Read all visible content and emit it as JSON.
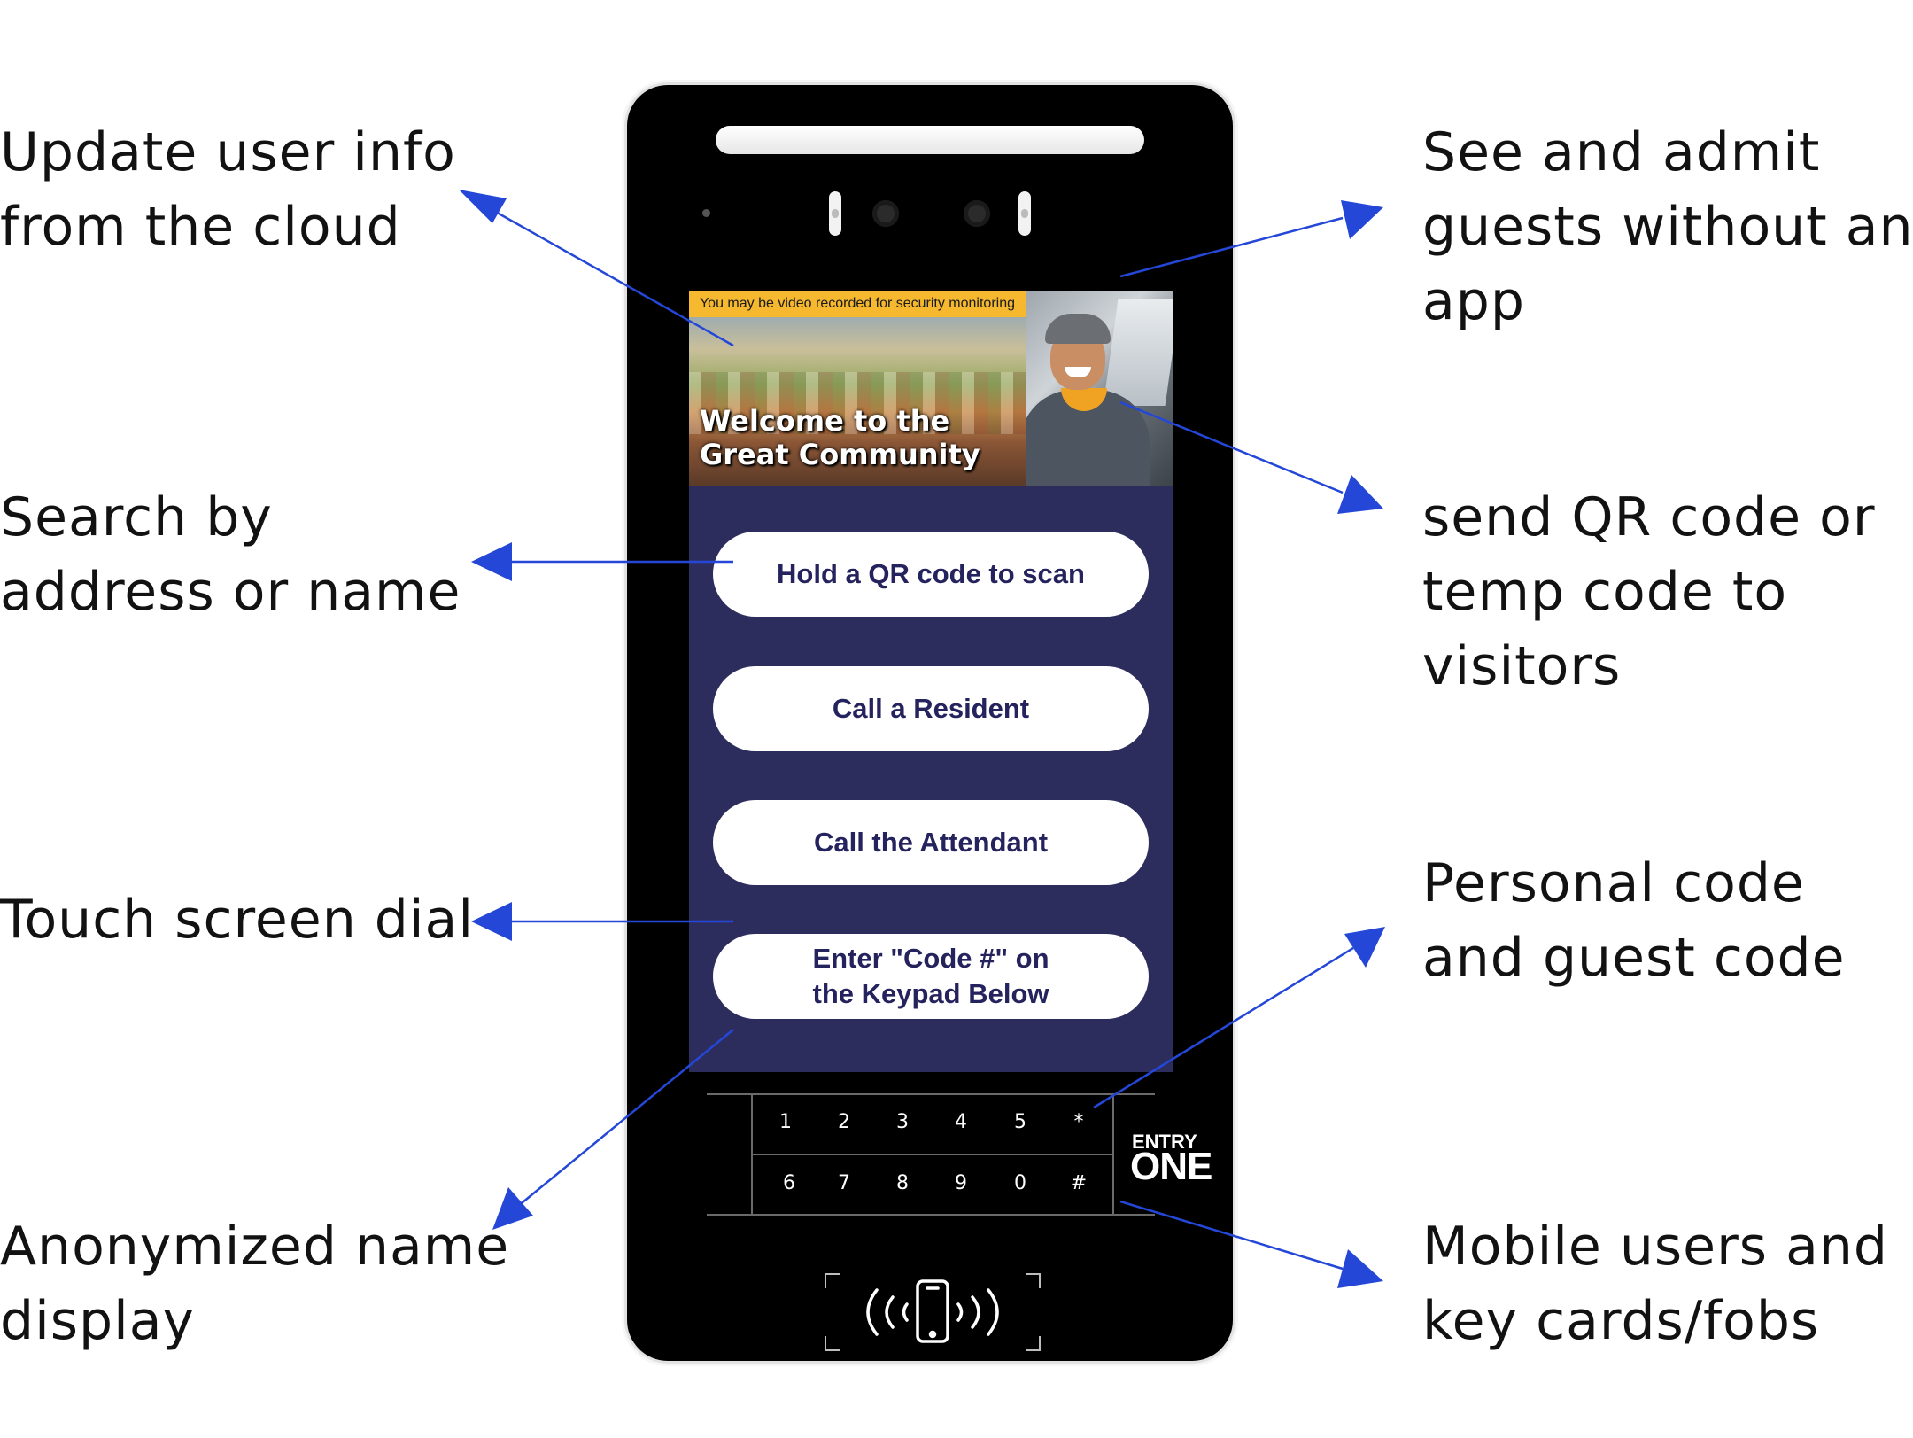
{
  "callouts": {
    "update_user_info": [
      "Update user info",
      "from the cloud"
    ],
    "search_by": [
      "Search by",
      "address or name"
    ],
    "touch_screen_dial": [
      "Touch screen dial"
    ],
    "anonymized_name": [
      "Anonymized name",
      "display"
    ],
    "see_and_admit": [
      "See and admit",
      "guests without an",
      "app"
    ],
    "send_qr_code": [
      "send QR code or",
      "temp code to",
      "visitors"
    ],
    "personal_code": [
      "Personal code",
      "and guest code"
    ],
    "mobile_users": [
      "Mobile users and",
      "key cards/fobs"
    ]
  },
  "screen": {
    "notice": "You may be video recorded for security monitoring",
    "welcome": [
      "Welcome to the",
      "Great Community"
    ],
    "buttons": {
      "qr": "Hold a QR code to scan",
      "resident": "Call a Resident",
      "attendant": "Call the Attendant",
      "code": [
        "Enter \"Code #\" on",
        "the Keypad Below"
      ]
    }
  },
  "keypad": {
    "row1": [
      "1",
      "2",
      "3",
      "4",
      "5",
      "*"
    ],
    "row2": [
      "6",
      "7",
      "8",
      "9",
      "0",
      "#"
    ]
  },
  "logo": {
    "top": "ENTRY",
    "bottom": "ONE"
  },
  "colors": {
    "arrow": "#2447d8",
    "screen_bg": "#2c2d5c",
    "button_text": "#25235e",
    "notice_bg": "#f5b82e"
  }
}
